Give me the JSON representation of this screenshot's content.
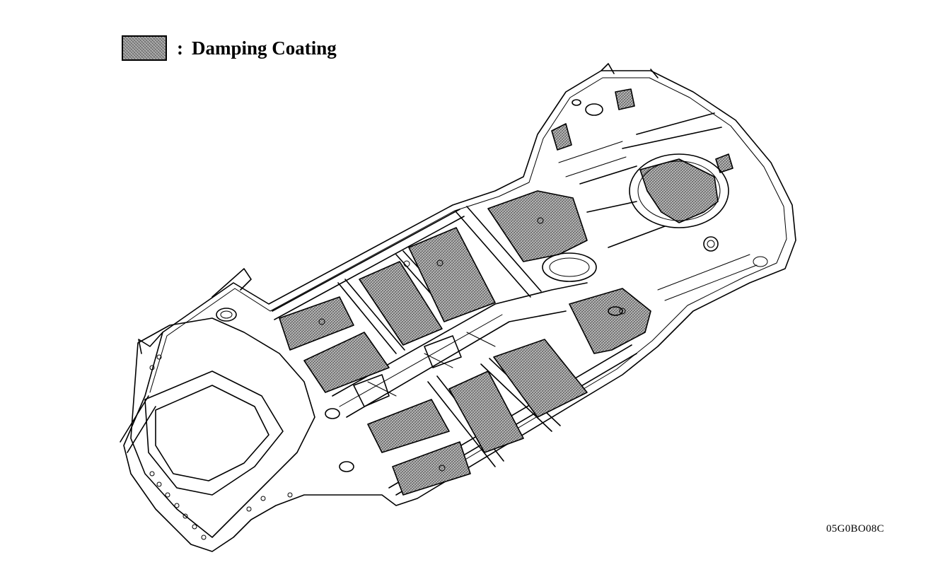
{
  "legend": {
    "separator": ":",
    "label": "Damping Coating",
    "swatch_color": "#9a9a9a",
    "swatch_pattern": "crosshatch"
  },
  "figure_code": "05G0BO08C"
}
